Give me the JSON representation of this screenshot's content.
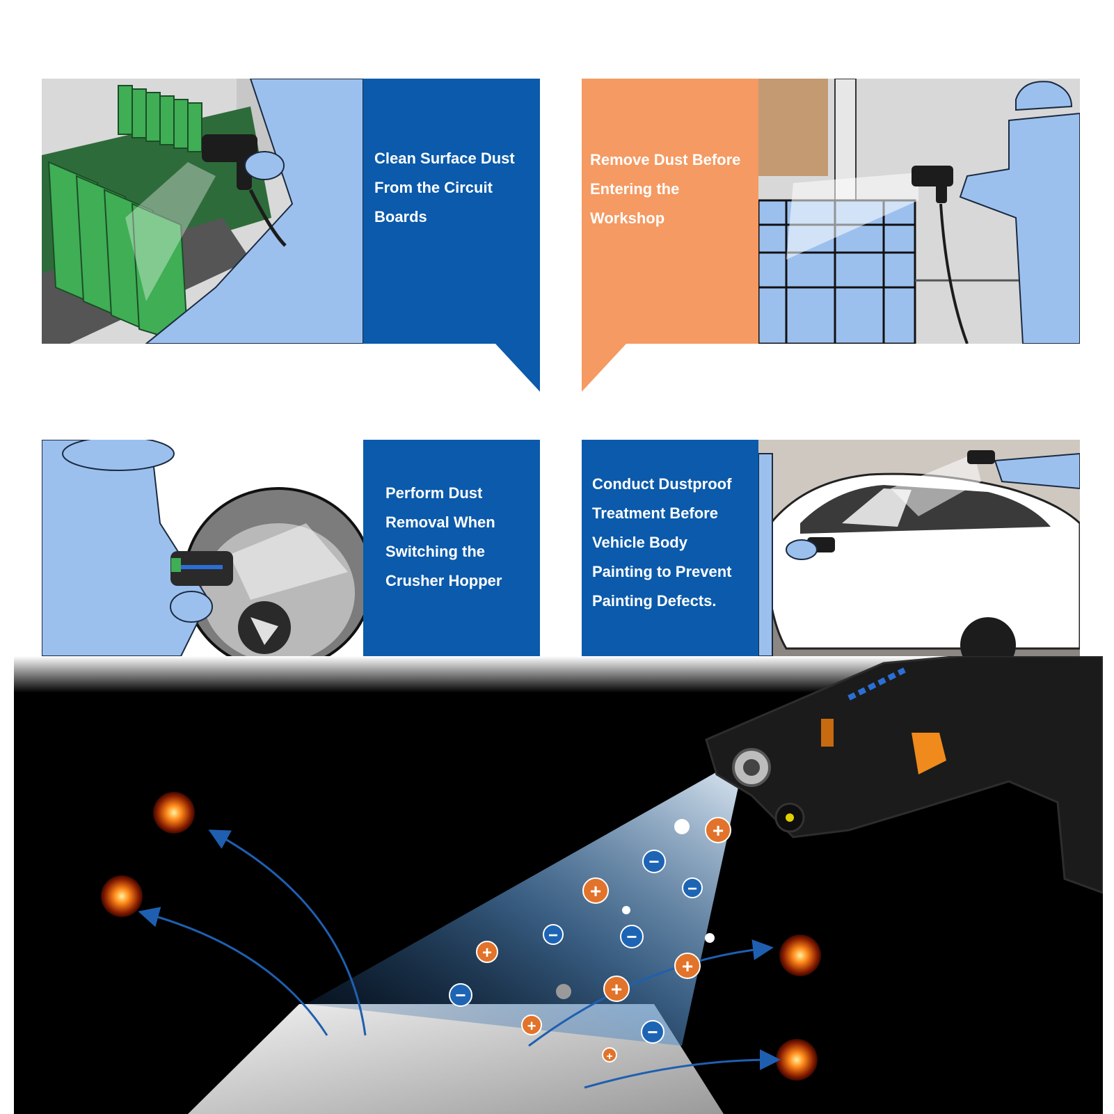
{
  "colors": {
    "blue_panel": "#0b5aab",
    "orange_panel": "#f59a62",
    "illustration_blue": "#9cc0ee",
    "dark_scene": "#000000",
    "charge_positive": "#e2732a",
    "charge_negative": "#1e64b4"
  },
  "panels": [
    {
      "scene": "circuit-boards",
      "lines": [
        "Clean Surface Dust",
        "From the Circuit",
        "Boards"
      ]
    },
    {
      "scene": "workshop-entrance",
      "lines": [
        "Remove Dust Before",
        "Entering the",
        "Workshop"
      ]
    },
    {
      "scene": "crusher-hopper",
      "lines": [
        "Perform Dust",
        "Removal When",
        "Switching the",
        "Crusher Hopper"
      ]
    },
    {
      "scene": "vehicle-body",
      "lines": [
        "Conduct Dustproof",
        "Treatment Before",
        "Vehicle Body",
        "Painting to Prevent",
        "Painting Defects."
      ]
    }
  ],
  "bottom_scene": {
    "device": "ionizing-air-gun",
    "charge_symbols": {
      "positive": "+",
      "negative": "−"
    }
  }
}
